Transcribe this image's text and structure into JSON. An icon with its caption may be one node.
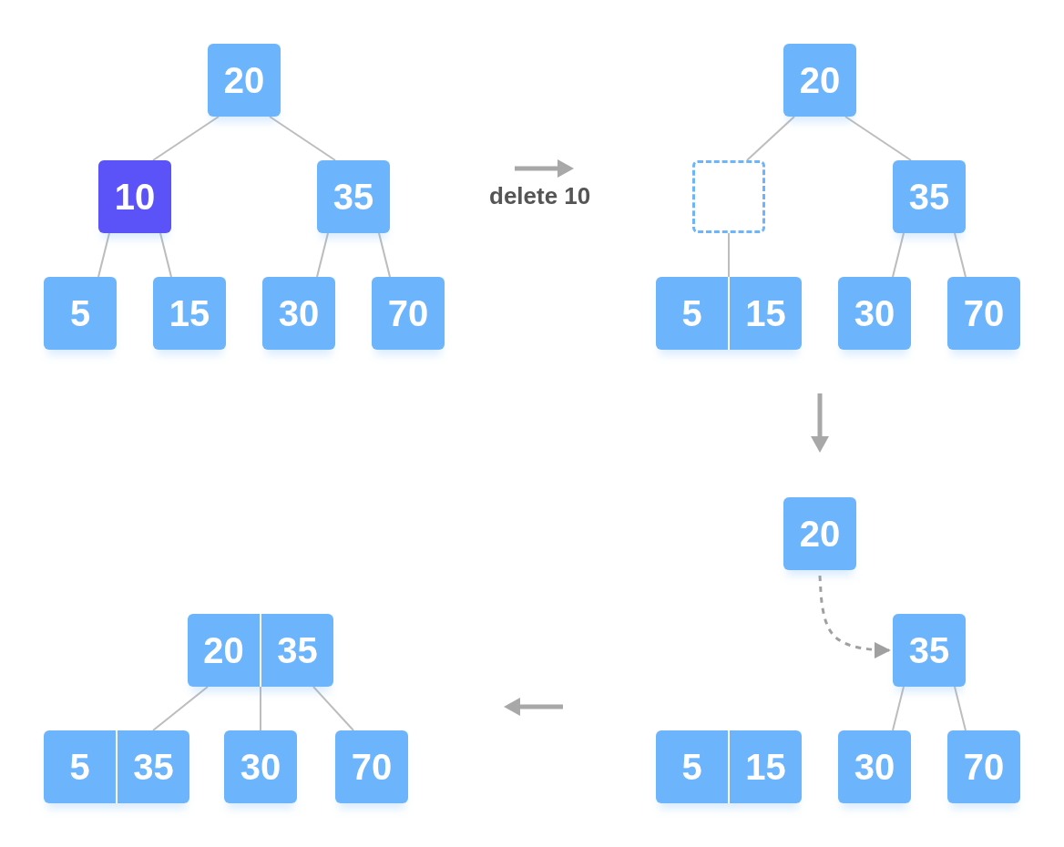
{
  "diagram": {
    "nodes": [
      {
        "text": [
          "20"
        ]
      },
      {
        "text": [
          "10"
        ]
      },
      {
        "text": [
          "35"
        ]
      },
      {
        "text": [
          "5"
        ]
      },
      {
        "text": [
          "15"
        ]
      },
      {
        "text": [
          "30"
        ]
      },
      {
        "text": [
          "70"
        ]
      },
      {
        "text": [
          "20"
        ]
      },
      {
        "text": [],
        "shape": "box"
      },
      {
        "text": [
          "5",
          "15"
        ]
      },
      {
        "text": [
          "35"
        ]
      },
      {
        "text": [
          "30"
        ]
      },
      {
        "text": [
          "70"
        ]
      },
      {
        "text": [
          "20"
        ]
      },
      {
        "text": [
          "35"
        ]
      },
      {
        "text": [
          "5",
          "15"
        ]
      },
      {
        "text": [
          "30"
        ]
      },
      {
        "text": [
          "70"
        ]
      },
      {
        "text": [
          "20",
          "35"
        ]
      },
      {
        "text": [
          "5",
          "35"
        ]
      },
      {
        "text": [
          "30"
        ]
      },
      {
        "text": [
          "70"
        ]
      }
    ],
    "edges": [
      {
        "from": 0,
        "to": 1,
        "arrow": "none"
      },
      {
        "from": 0,
        "to": 2,
        "arrow": "none"
      },
      {
        "from": 1,
        "to": 3,
        "arrow": "none"
      },
      {
        "from": 1,
        "to": 4,
        "arrow": "none"
      },
      {
        "from": 2,
        "to": 5,
        "arrow": "none"
      },
      {
        "from": 2,
        "to": 6,
        "arrow": "none"
      },
      {
        "from": 7,
        "to": 8,
        "arrow": "none"
      },
      {
        "from": 7,
        "to": 10,
        "arrow": "none"
      },
      {
        "from": 8,
        "to": 9,
        "arrow": "none"
      },
      {
        "from": 10,
        "to": 11,
        "arrow": "none"
      },
      {
        "from": 10,
        "to": 12,
        "arrow": "none"
      },
      {
        "from": 13,
        "to": 14,
        "arrow": "to",
        "style": "dashed",
        "color": "#a0a0a0"
      },
      {
        "from": 14,
        "to": 16,
        "arrow": "none"
      },
      {
        "from": 14,
        "to": 17,
        "arrow": "none"
      },
      {
        "from": 18,
        "to": 19,
        "arrow": "none"
      },
      {
        "from": 18,
        "to": 20,
        "arrow": "none"
      },
      {
        "from": 18,
        "to": 21,
        "arrow": "none"
      }
    ],
    "labels": [
      "delete 10"
    ]
  }
}
